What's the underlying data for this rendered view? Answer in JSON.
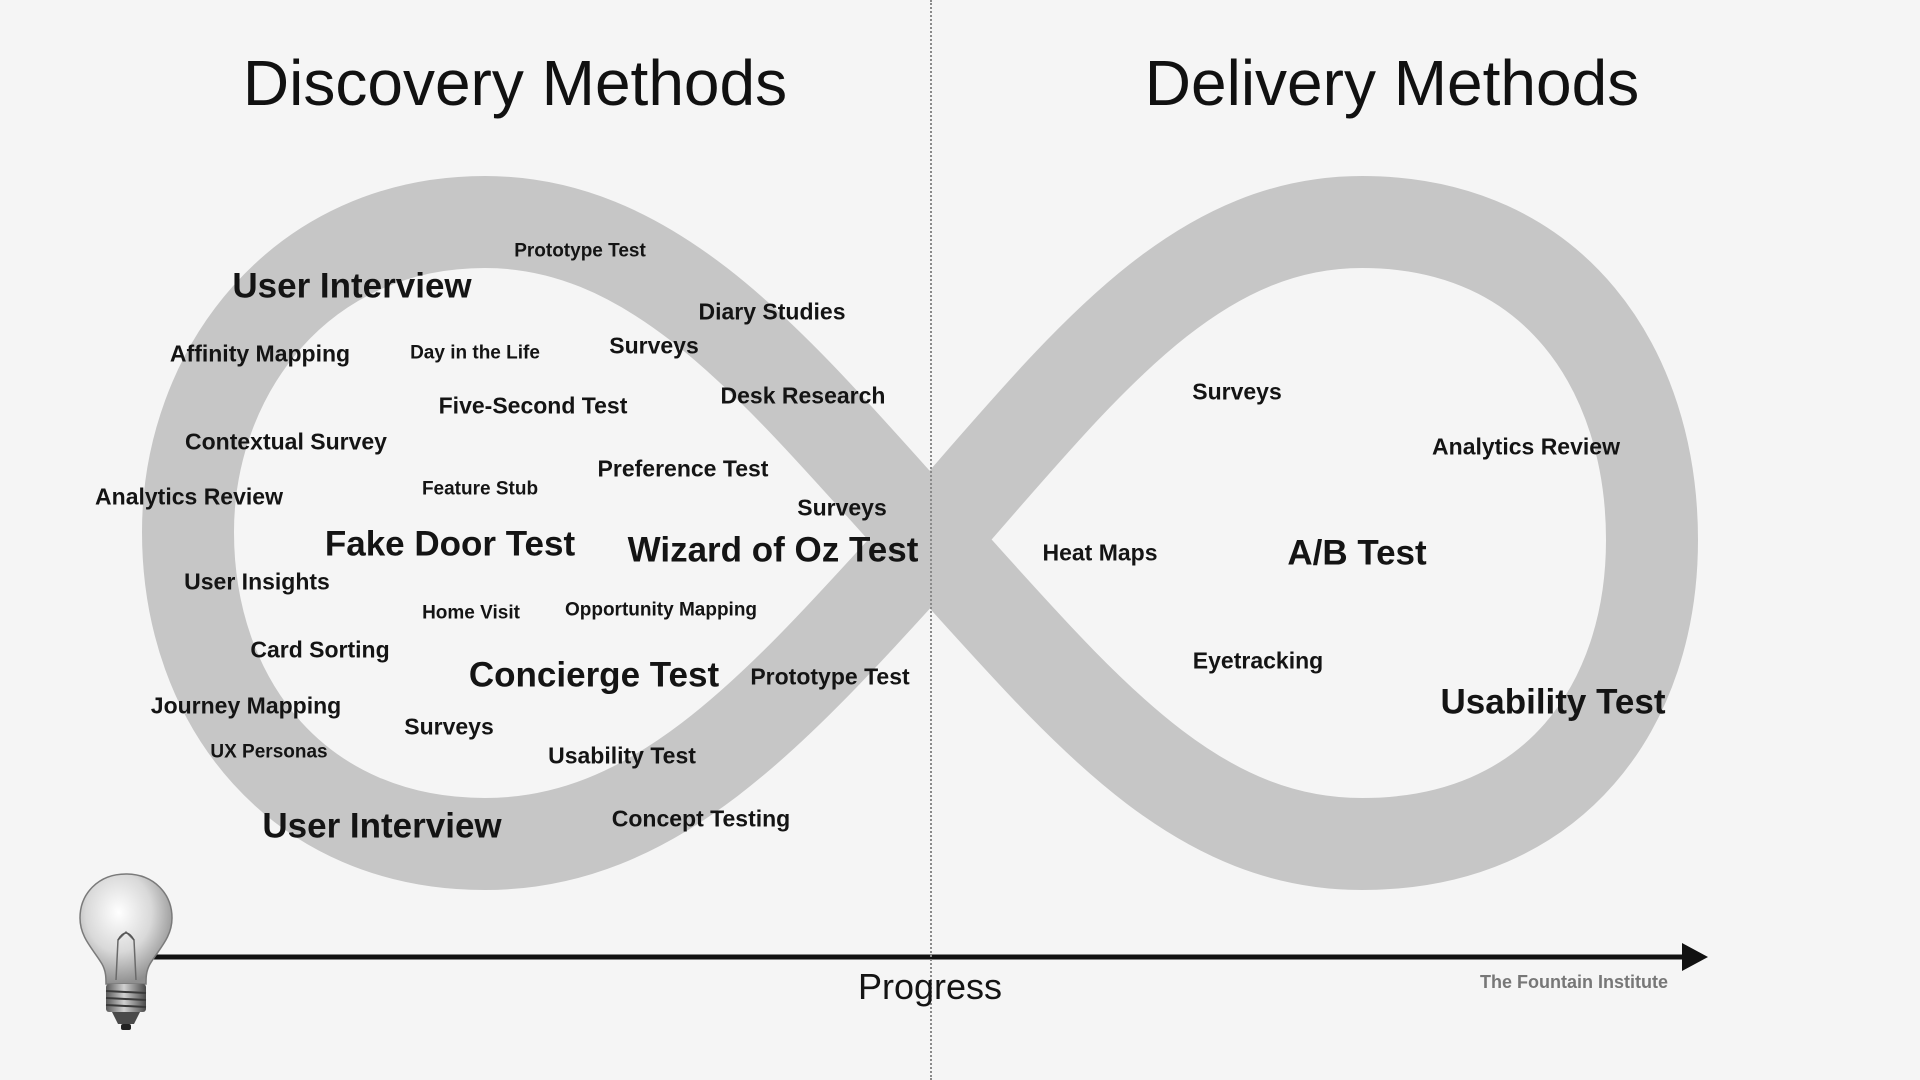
{
  "headings": {
    "discovery": "Discovery Methods",
    "delivery": "Delivery Methods"
  },
  "axis": {
    "label": "Progress"
  },
  "credit": "The Fountain Institute",
  "colors": {
    "background": "#f5f5f5",
    "infinity_band": "#c6c6c6",
    "text": "#141414",
    "credit": "#777777",
    "divider": "#8a8a8a"
  },
  "icons": {
    "idea": "light-bulb-icon",
    "arrow_head": "arrow-head-icon"
  },
  "discovery_methods": [
    "Prototype Test",
    "User Interview",
    "Diary Studies",
    "Affinity Mapping",
    "Day in the Life",
    "Surveys",
    "Five-Second Test",
    "Desk Research",
    "Contextual Survey",
    "Preference Test",
    "Analytics Review",
    "Feature Stub",
    "Surveys",
    "Fake Door Test",
    "Wizard of Oz Test",
    "User Insights",
    "Home Visit",
    "Opportunity Mapping",
    "Card Sorting",
    "Concierge Test",
    "Prototype Test",
    "Journey Mapping",
    "Surveys",
    "UX Personas",
    "Usability Test",
    "User Interview",
    "Concept Testing"
  ],
  "delivery_methods": [
    "Surveys",
    "Analytics Review",
    "Heat Maps",
    "A/B Test",
    "Eyetracking",
    "Usability Test"
  ]
}
